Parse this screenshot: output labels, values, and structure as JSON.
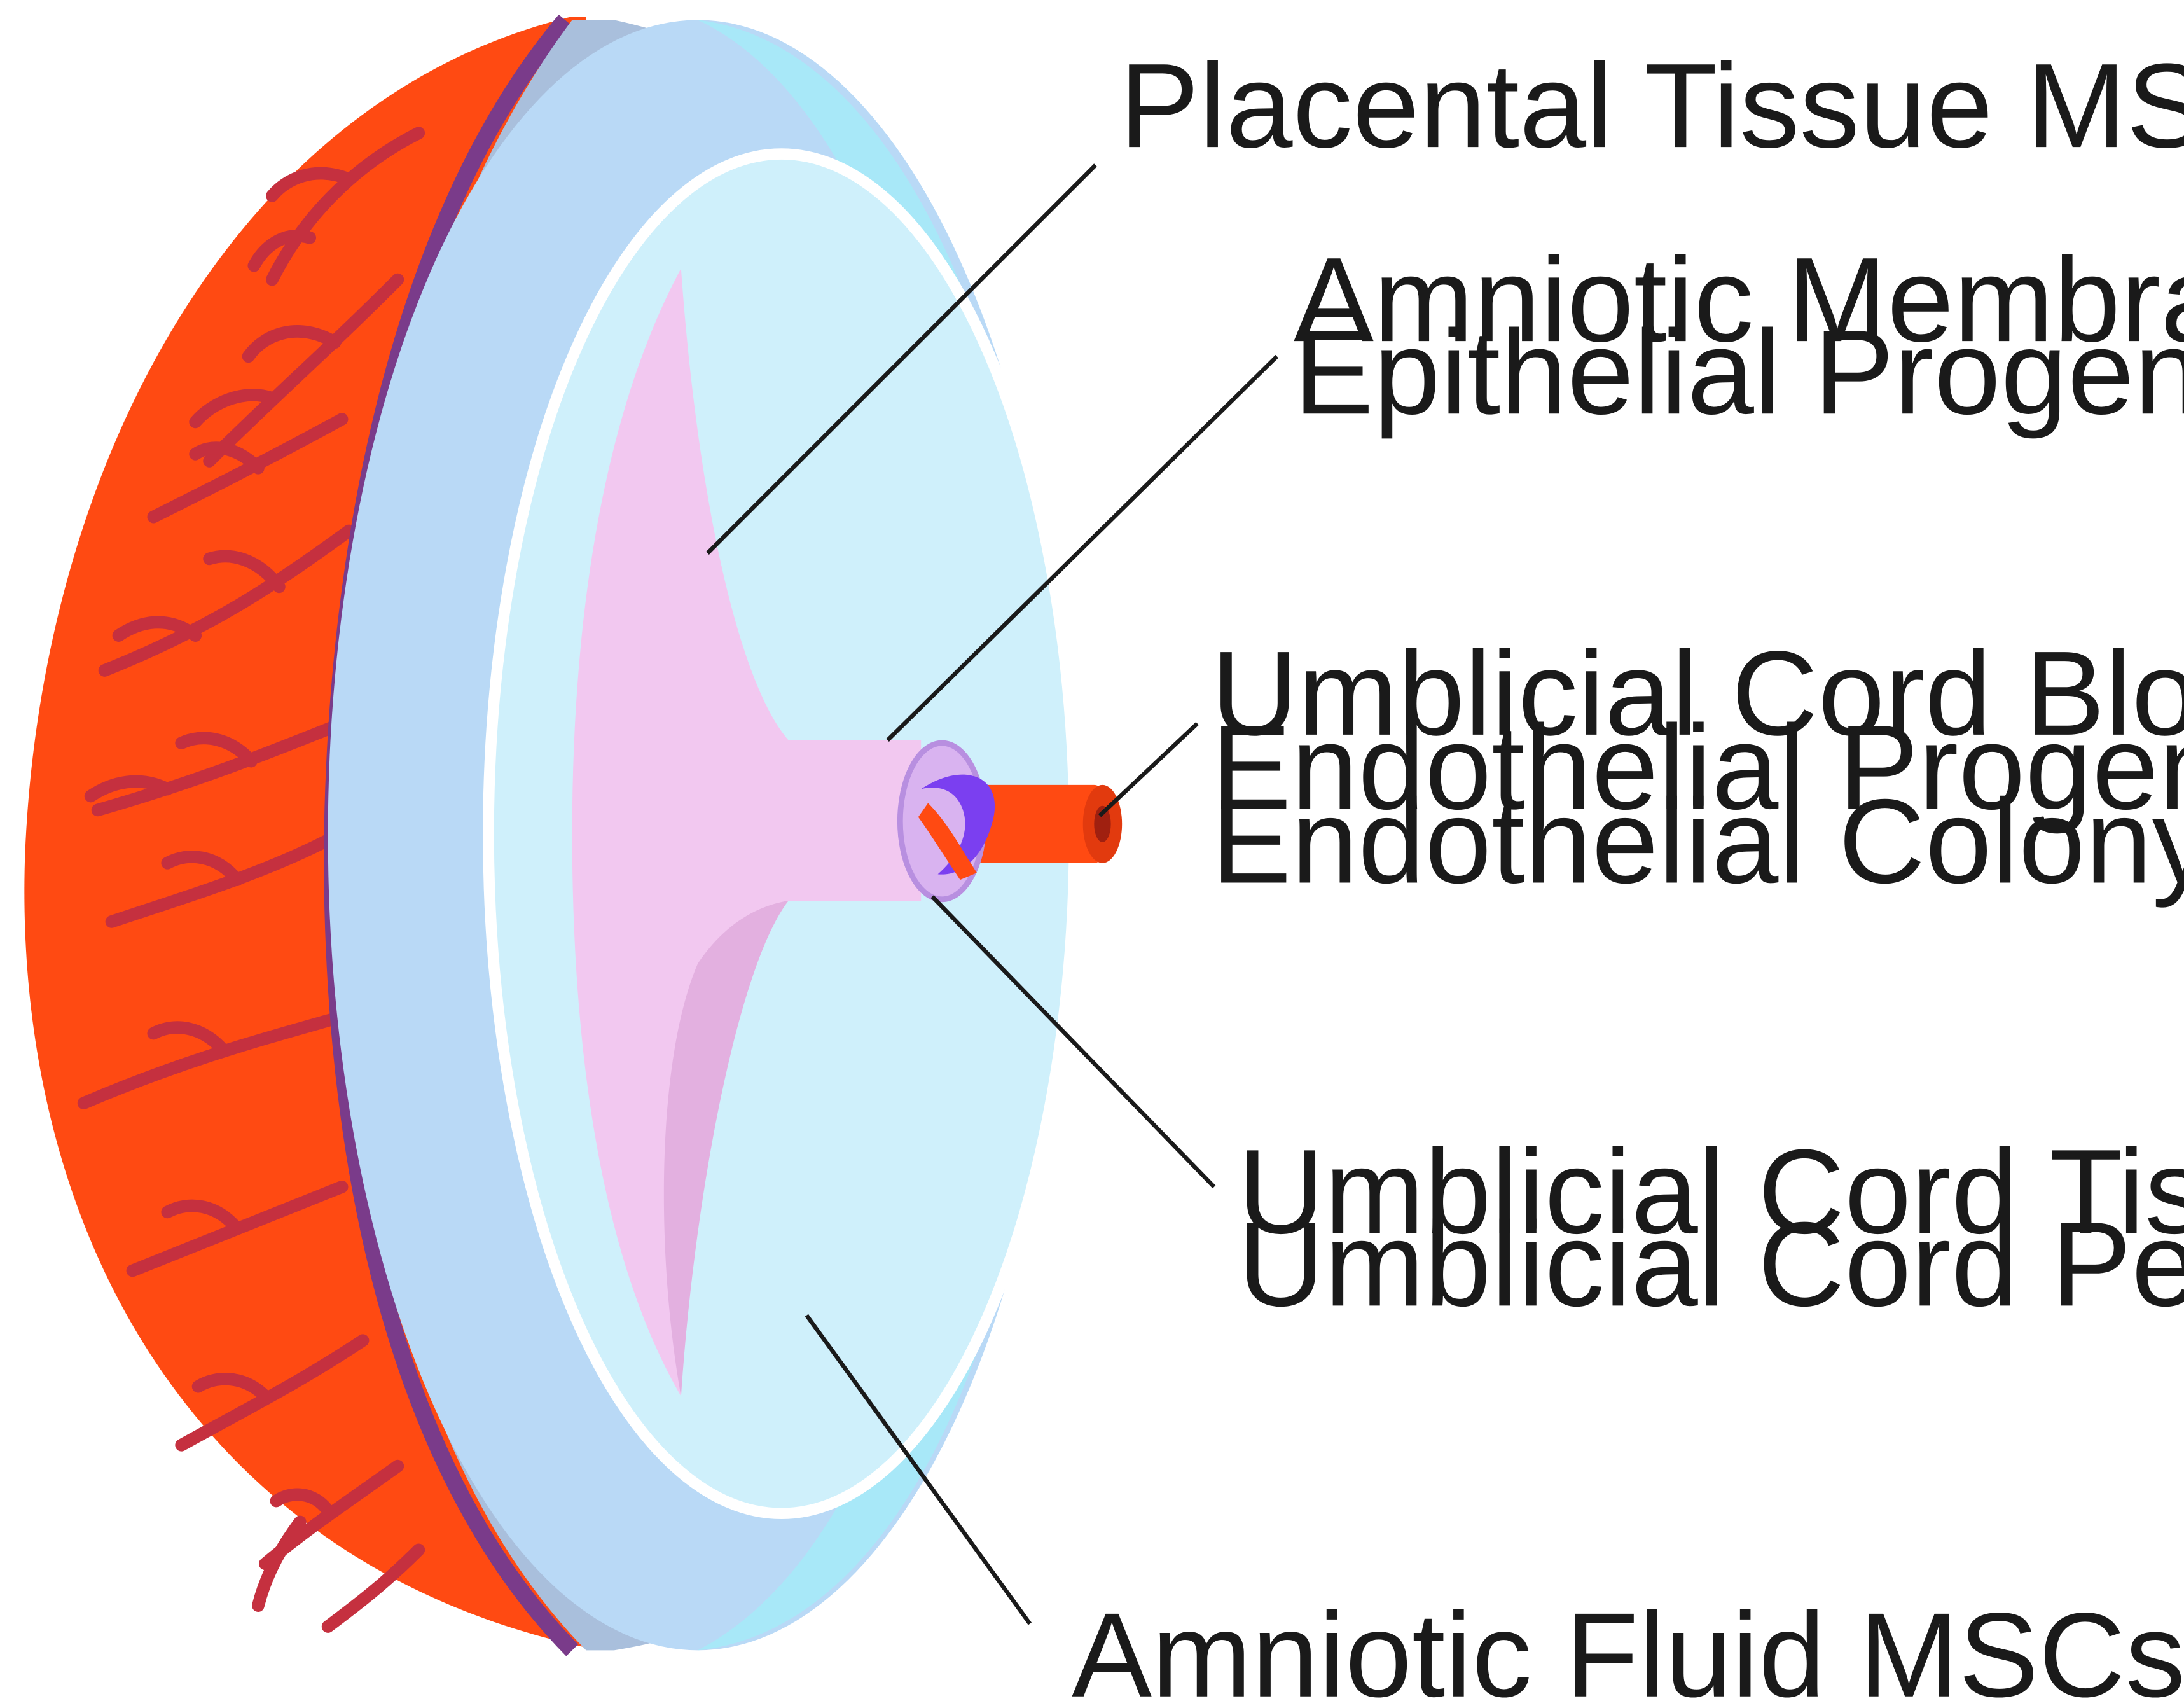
{
  "labels": {
    "placental_tissue": [
      "Placental Tissue MSCs"
    ],
    "amniotic_membrane": [
      "Amniotic Membrane,",
      "Epithelial Progenitor Cells"
    ],
    "cord_blood": [
      "Umblicial Cord Blood HSCs,",
      "Endothelial Progenitor Cells,",
      "Endothelial Colony Forming Cells"
    ],
    "cord_tissue": [
      "Umblicial Cord Tissue MSCs,",
      "Umblicial Cord Perivascular Cells"
    ],
    "amniotic_fluid": [
      "Amniotic Fluid MSCs"
    ]
  },
  "colors": {
    "placenta": "#ff4a12",
    "placenta_vessels": "#c5303f",
    "chorion_edge": "#7a3b8a",
    "outer_disc": "#b9d9f6",
    "inner_disc": "#cff0fb",
    "amnion_cone": "#f2c8f0",
    "cord_sheath": "#d9b3f0",
    "cord_vein": "#7b3ff0",
    "cord_artery": "#ff4a12",
    "leader_line": "#1a1a1a"
  }
}
